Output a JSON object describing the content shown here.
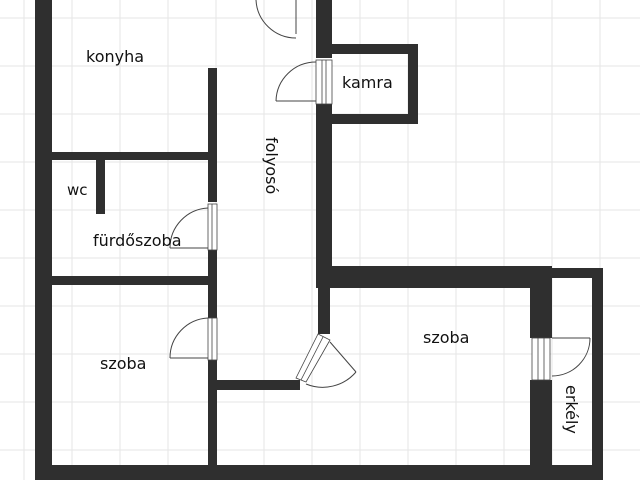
{
  "rooms": {
    "kitchen": "konyha",
    "pantry": "kamra",
    "hallway": "folyosó",
    "toilet": "wc",
    "bathroom": "fürdőszoba",
    "room_left": "szoba",
    "room_right": "szoba",
    "balcony": "erkély"
  },
  "colors": {
    "wall": "#2f2f2f",
    "grid": "#e6e6e6",
    "background": "#ffffff"
  }
}
